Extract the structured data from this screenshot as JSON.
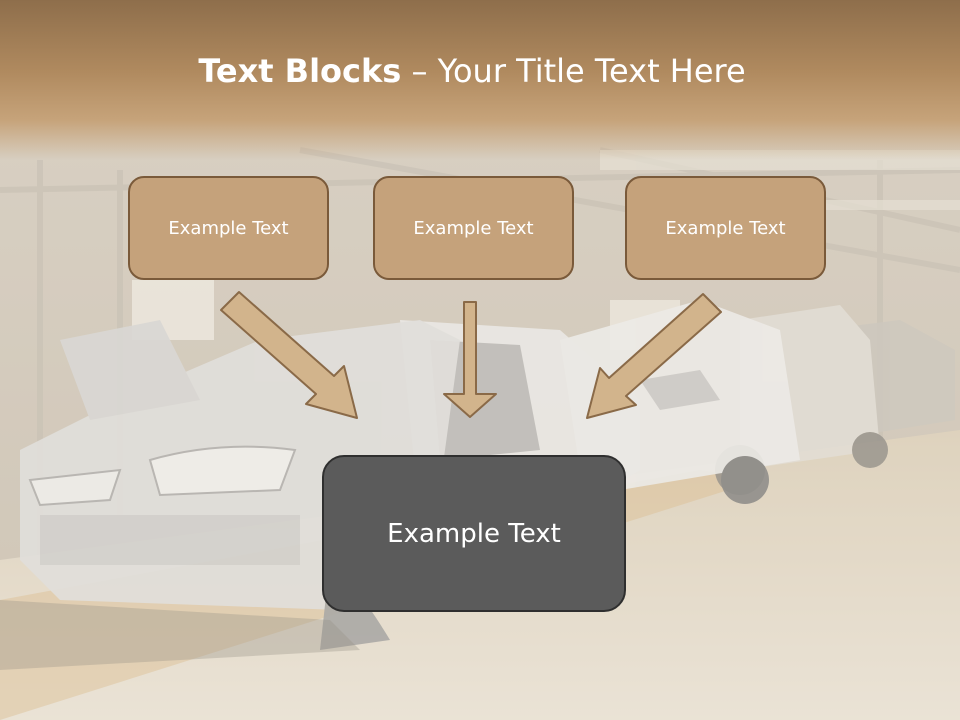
{
  "slide": {
    "title_bold": "Text Blocks",
    "title_separator": " – ",
    "title_rest": "Your Title Text Here",
    "top_boxes": [
      "Example Text",
      "Example Text",
      "Example Text"
    ],
    "main_box": "Example Text"
  },
  "colors": {
    "header_brown": "#b08a5f",
    "box_tan": "#c5a27b",
    "box_border": "#7a5a3a",
    "main_box_gray": "#5b5b5b",
    "arrow_fill": "#d2b48c"
  },
  "background_image": "car-assembly-line-photo"
}
